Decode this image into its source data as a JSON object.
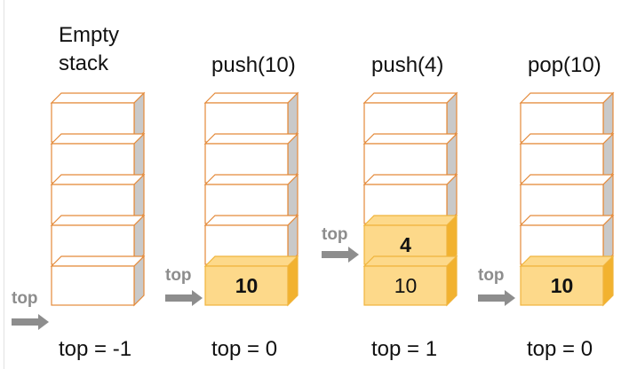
{
  "colors": {
    "cell_border": "#e48a3a",
    "cell_fill": "#ffffff",
    "side_fill": "#c9c9c9",
    "filled_fill": "#fdd98a",
    "filled_side": "#f2b22f",
    "filled_border": "#f0b43c",
    "pointer": "#8d8d8d",
    "text": "#111111"
  },
  "stacks": [
    {
      "title_lines": [
        "Empty",
        "stack"
      ],
      "top_caption": "top = -1",
      "pointer_label": "top",
      "cells": [
        {
          "value": "",
          "state": "empty",
          "bold": false
        },
        {
          "value": "",
          "state": "empty",
          "bold": false
        },
        {
          "value": "",
          "state": "empty",
          "bold": false
        },
        {
          "value": "",
          "state": "empty",
          "bold": false
        },
        {
          "value": "",
          "state": "empty",
          "bold": false
        }
      ]
    },
    {
      "title_lines": [
        "push(10)"
      ],
      "top_caption": "top = 0",
      "pointer_label": "top",
      "cells": [
        {
          "value": "10",
          "state": "filled",
          "bold": true
        },
        {
          "value": "",
          "state": "empty",
          "bold": false
        },
        {
          "value": "",
          "state": "empty",
          "bold": false
        },
        {
          "value": "",
          "state": "empty",
          "bold": false
        },
        {
          "value": "",
          "state": "empty",
          "bold": false
        }
      ]
    },
    {
      "title_lines": [
        "push(4)"
      ],
      "top_caption": "top = 1",
      "pointer_label": "top",
      "cells": [
        {
          "value": "10",
          "state": "filled",
          "bold": false
        },
        {
          "value": "4",
          "state": "filled",
          "bold": true
        },
        {
          "value": "",
          "state": "empty",
          "bold": false
        },
        {
          "value": "",
          "state": "empty",
          "bold": false
        },
        {
          "value": "",
          "state": "empty",
          "bold": false
        }
      ]
    },
    {
      "title_lines": [
        "pop(10)"
      ],
      "top_caption": "top = 0",
      "pointer_label": "top",
      "cells": [
        {
          "value": "10",
          "state": "filled",
          "bold": true
        },
        {
          "value": "",
          "state": "empty",
          "bold": false
        },
        {
          "value": "",
          "state": "empty",
          "bold": false
        },
        {
          "value": "",
          "state": "empty",
          "bold": false
        },
        {
          "value": "",
          "state": "empty",
          "bold": false
        }
      ]
    }
  ]
}
